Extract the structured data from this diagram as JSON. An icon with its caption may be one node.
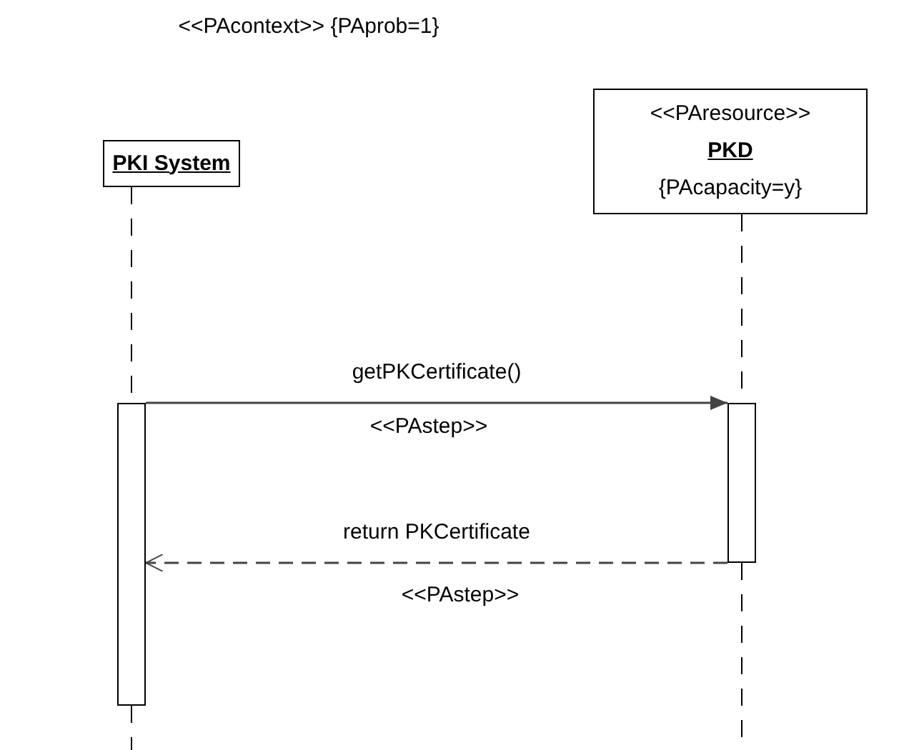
{
  "diagram": {
    "nodes": [
      {
        "text": [
          "PKI System"
        ]
      },
      {
        "text": [
          "<<PAresource>>",
          "PKD",
          "{PAcapacity=y}"
        ]
      },
      {
        "text": [],
        "shape": "bar"
      },
      {
        "text": [],
        "shape": "bar"
      }
    ],
    "edges": [
      {
        "from": 0,
        "to": 2,
        "arrow": "none",
        "style": "dashed"
      },
      {
        "from": 1,
        "to": 3,
        "arrow": "none",
        "style": "dashed"
      },
      {
        "from": 2,
        "to": 3,
        "arrow": "to",
        "label": "getPKCertificate()"
      },
      {
        "from": 3,
        "to": 2,
        "arrow": "to",
        "label": "return PKCertificate",
        "style": "dashed"
      }
    ],
    "labels": [
      "<<PAcontext>> {PAprob=1}",
      "<<PAstep>>",
      "<<PAstep>>"
    ]
  }
}
